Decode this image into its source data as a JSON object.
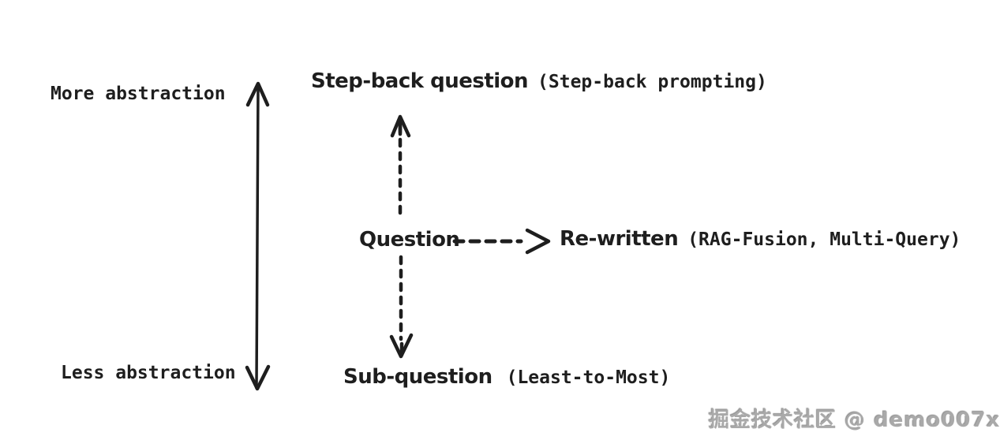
{
  "colors": {
    "ink": "#1e1e1e",
    "background": "#ffffff",
    "watermark_gray": "#a9a9a9"
  },
  "axis": {
    "top_label": "More abstraction",
    "bottom_label": "Less abstraction"
  },
  "nodes": {
    "step_back": {
      "title": "Step-back question",
      "method": "(Step-back prompting)"
    },
    "question": {
      "title": "Question"
    },
    "re_written": {
      "title": "Re-written",
      "method": "(RAG-Fusion, Multi-Query)"
    },
    "sub_question": {
      "title": "Sub-question",
      "method": "(Least-to-Most)"
    }
  },
  "icons": {
    "axis_arrow": "double-headed-vertical-arrow",
    "up_arrow": "dashed-arrow-up",
    "down_arrow": "dashed-arrow-down",
    "right_arrow": "dashed-arrow-right"
  },
  "watermark": {
    "text": "掘金技术社区 @ demo007x"
  }
}
